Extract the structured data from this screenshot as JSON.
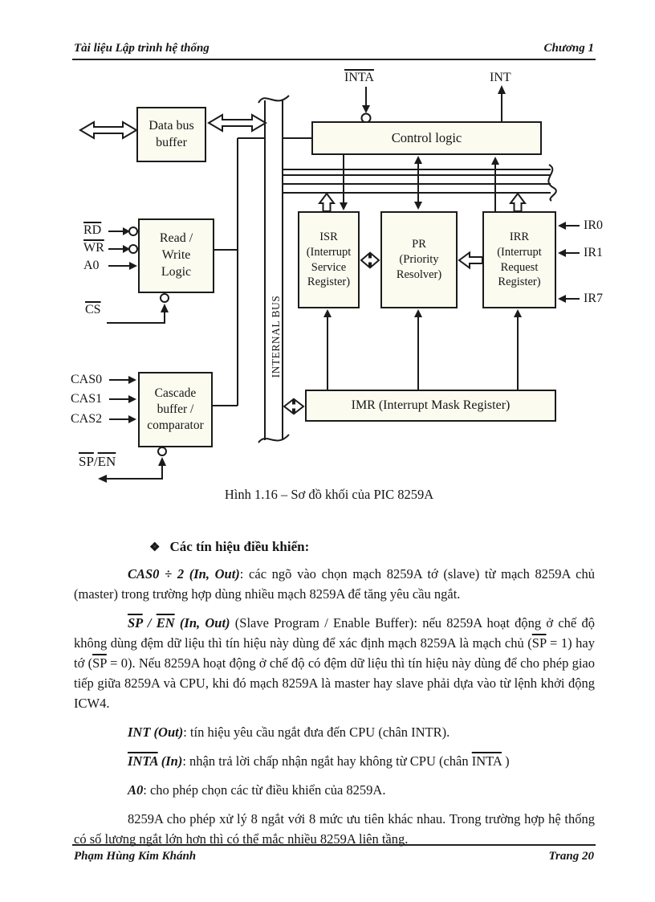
{
  "header": {
    "left": "Tài liệu Lập trình hệ thống",
    "right": "Chương 1"
  },
  "footer": {
    "left": "Phạm Hùng Kim Khánh",
    "right": "Trang 20"
  },
  "diagram": {
    "caption": "Hình 1.16 – Sơ đồ khối của PIC 8259A",
    "internal_bus_label": "INTERNAL BUS",
    "boxes": {
      "data_bus_buffer": "Data bus\nbuffer",
      "control_logic": "Control logic",
      "isr": "ISR\n(Interrupt\nService\nRegister)",
      "pr": "PR\n(Priority\nResolver)",
      "irr": "IRR\n(Interrupt\nRequest\nRegister)",
      "read_write_logic": "Read /\nWrite\nLogic",
      "cascade": "Cascade\nbuffer /\ncomparator",
      "imr": "IMR (Interrupt Mask Register)"
    },
    "signals": {
      "inta": "INTA",
      "int": "INT",
      "rd": "RD",
      "wr": "WR",
      "a0": "A0",
      "cs": "CS",
      "cas0": "CAS0",
      "cas1": "CAS1",
      "cas2": "CAS2",
      "sp_en": [
        {
          "t": "SP",
          "s": "ov"
        },
        {
          "t": "/",
          "s": ""
        },
        {
          "t": "EN",
          "s": "ov"
        }
      ],
      "ir0": "IR0",
      "ir1": "IR1",
      "ir7": "IR7"
    }
  },
  "content": {
    "heading_bullet": "❖",
    "heading": "Các tín hiệu điều khiển:",
    "paragraphs": [
      {
        "segs": [
          {
            "t": "CAS0 ÷ 2 (In, Out)",
            "s": "bi"
          },
          {
            "t": ": các ngõ vào chọn mạch 8259A tớ (slave) từ mạch 8259A chủ (master) trong trường hợp dùng nhiều mạch 8259A để tăng yêu cầu ngắt.",
            "s": ""
          }
        ]
      },
      {
        "segs": [
          {
            "t": "SP",
            "s": "bi ov"
          },
          {
            "t": " / ",
            "s": "bi"
          },
          {
            "t": "EN",
            "s": "bi ov"
          },
          {
            "t": "  (In, Out)",
            "s": "bi"
          },
          {
            "t": " (Slave Program / Enable Buffer): nếu 8259A hoạt động ở chế độ không dùng đệm dữ liệu thì tín hiệu này dùng để xác định mạch 8259A là mạch chủ (",
            "s": ""
          },
          {
            "t": "SP",
            "s": "ov"
          },
          {
            "t": " = 1) hay tớ (",
            "s": ""
          },
          {
            "t": "SP",
            "s": "ov"
          },
          {
            "t": " = 0). Nếu 8259A hoạt động ở chế độ có đệm dữ liệu thì tín hiệu này dùng để cho phép giao tiếp giữa 8259A và CPU, khi đó mạch 8259A là master hay slave phải dựa vào từ lệnh khởi động ICW4.",
            "s": ""
          }
        ]
      },
      {
        "segs": [
          {
            "t": "INT (Out)",
            "s": "bi"
          },
          {
            "t": ": tín hiệu yêu cầu ngắt đưa đến CPU (chân INTR).",
            "s": ""
          }
        ]
      },
      {
        "segs": [
          {
            "t": "INTA",
            "s": "bi ov"
          },
          {
            "t": " (In)",
            "s": "bi"
          },
          {
            "t": ": nhận trả lời chấp nhận ngắt hay không từ CPU (chân ",
            "s": ""
          },
          {
            "t": "INTA",
            "s": "ov"
          },
          {
            "t": " )",
            "s": ""
          }
        ]
      },
      {
        "segs": [
          {
            "t": "A0",
            "s": "bi"
          },
          {
            "t": ": cho phép chọn các từ điều khiển của 8259A.",
            "s": ""
          }
        ]
      },
      {
        "segs": [
          {
            "t": "8259A cho phép xử lý 8 ngắt với 8 mức ưu tiên khác nhau. Trong trường hợp hệ thống có số lượng ngắt lớn hơn thì có thể mắc nhiều 8259A liên tầng.",
            "s": ""
          }
        ]
      }
    ]
  }
}
